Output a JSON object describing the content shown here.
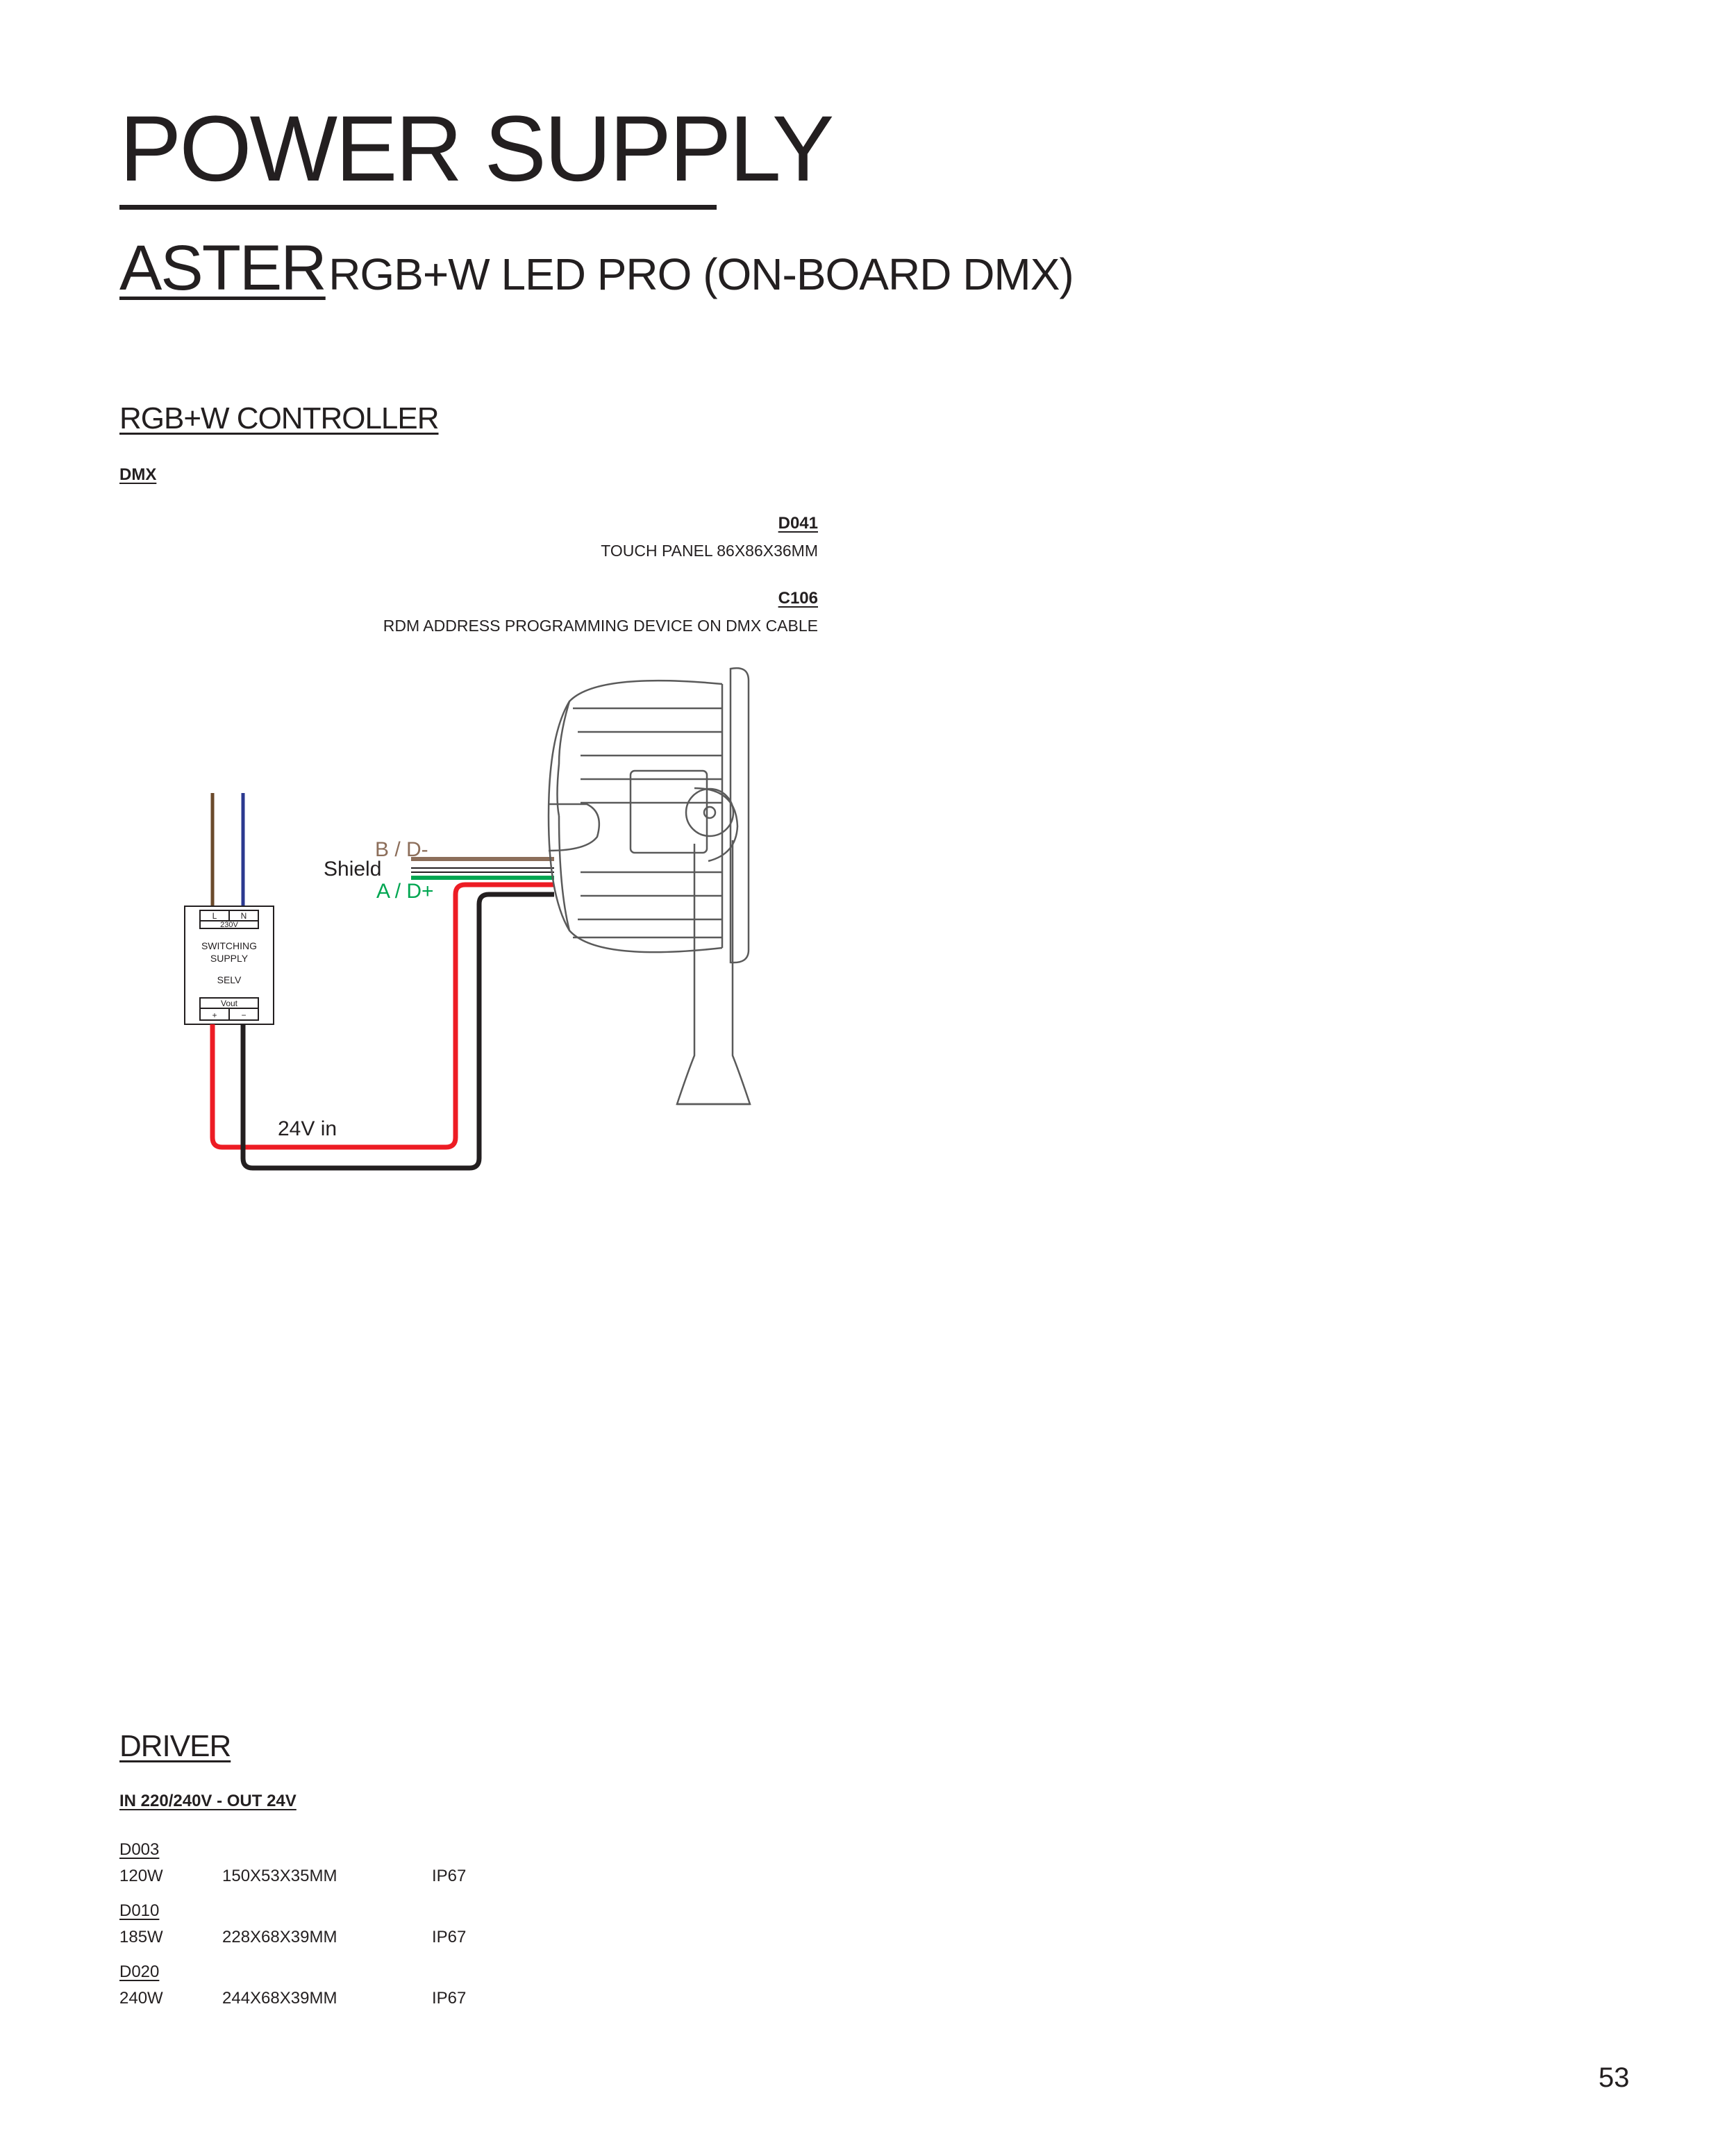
{
  "header": {
    "title": "POWER SUPPLY",
    "subtitle_main": "ASTER",
    "subtitle_rest": "RGB+W LED PRO (ON-BOARD DMX)"
  },
  "controller": {
    "heading": "RGB+W CONTROLLER",
    "sub_label": "DMX",
    "accessories": [
      {
        "code": "D041",
        "description": "TOUCH PANEL 86X86X36MM"
      },
      {
        "code": "C106",
        "description": "RDM ADDRESS PROGRAMMING DEVICE ON DMX CABLE"
      }
    ]
  },
  "diagram": {
    "psu": {
      "l": "L",
      "n": "N",
      "voltage": "230V",
      "line1": "SWITCHING",
      "line2": "SUPPLY",
      "line3": "SELV",
      "vout": "Vout",
      "plus": "+",
      "minus": "−"
    },
    "wire_labels": {
      "b_d": "B / D-",
      "shield": "Shield",
      "a_d": "A / D+",
      "power": "24V in"
    },
    "colors": {
      "brown": "#6b4a2b",
      "blue": "#2b3990",
      "red": "#ed1c24",
      "black": "#231f20",
      "green": "#00a651",
      "beige": "#8c6e5a",
      "fixture": "#5a5a5a"
    }
  },
  "driver": {
    "heading": "DRIVER",
    "sub_label": "IN 220/240V - OUT 24V",
    "items": [
      {
        "code": "D003",
        "power": "120W",
        "size": "150X53X35MM",
        "ip": "IP67"
      },
      {
        "code": "D010",
        "power": "185W",
        "size": "228X68X39MM",
        "ip": "IP67"
      },
      {
        "code": "D020",
        "power": "240W",
        "size": "244X68X39MM",
        "ip": "IP67"
      }
    ]
  },
  "page": {
    "number": "53"
  }
}
